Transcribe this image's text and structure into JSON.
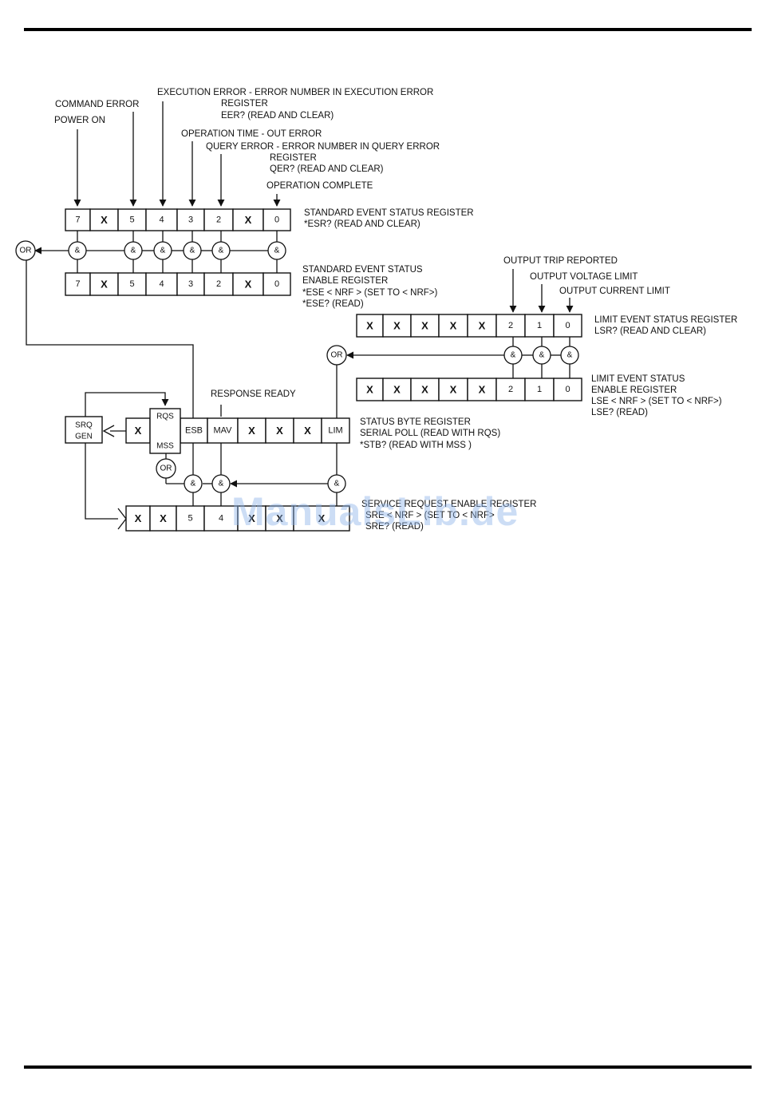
{
  "labels": {
    "command_error": "COMMAND ERROR",
    "power_on": "POWER ON",
    "exec_error_1": "EXECUTION ERROR - ERROR NUMBER IN EXECUTION ERROR",
    "exec_error_2": "REGISTER",
    "exec_error_3": "EER? (READ AND CLEAR)",
    "op_time": "OPERATION TIME - OUT ERROR",
    "query_error_1": "QUERY ERROR - ERROR NUMBER IN QUERY ERROR",
    "query_error_2": "REGISTER",
    "query_error_3": "QER? (READ AND CLEAR)",
    "op_complete": "OPERATION COMPLETE",
    "ser_1": "STANDARD EVENT STATUS REGISTER",
    "ser_2": "*ESR? (READ AND CLEAR)",
    "sese_1": "STANDARD EVENT STATUS",
    "sese_2": "ENABLE REGISTER",
    "sese_3": "*ESE  < NRF > (SET TO < NRF>)",
    "sese_4": "*ESE? (READ)",
    "output_trip": "OUTPUT TRIP REPORTED",
    "output_voltage": "OUTPUT VOLTAGE LIMIT",
    "output_current": "OUTPUT CURRENT LIMIT",
    "lsr_1": "LIMIT EVENT STATUS REGISTER",
    "lsr_2": "LSR? (READ AND CLEAR)",
    "lse_1": "LIMIT EVENT STATUS",
    "lse_2": "ENABLE REGISTER",
    "lse_3": "LSE  < NRF > (SET TO < NRF>)",
    "lse_4": "LSE? (READ)",
    "response_ready": "RESPONSE READY",
    "sb_1": "STATUS BYTE REGISTER",
    "sb_2": "SERIAL POLL (READ WITH RQS)",
    "sb_3": "*STB?  (READ WITH MSS )",
    "sre_1": "SERVICE REQUEST ENABLE REGISTER",
    "sre_2": "SRE < NRF > (SET TO < NRF>",
    "sre_3": "SRE? (READ)",
    "srq_1": "SRQ",
    "srq_2": "GEN",
    "rqs": "RQS",
    "mss": "MSS",
    "or": "OR",
    "and": "&"
  },
  "registers": {
    "standard_event_status": [
      "7",
      "X",
      "5",
      "4",
      "3",
      "2",
      "X",
      "0"
    ],
    "standard_event_enable": [
      "7",
      "X",
      "5",
      "4",
      "3",
      "2",
      "X",
      "0"
    ],
    "limit_event_status": [
      "X",
      "X",
      "X",
      "X",
      "X",
      "2",
      "1",
      "0"
    ],
    "limit_event_enable": [
      "X",
      "X",
      "X",
      "X",
      "X",
      "2",
      "1",
      "0"
    ],
    "status_byte": [
      "X",
      "ESB",
      "MAV",
      "X",
      "X",
      "X",
      "LIM"
    ],
    "service_request_enable": [
      "X",
      "X",
      "5",
      "4",
      "X",
      "X",
      "X"
    ]
  },
  "watermark": "ManualsLib.de"
}
